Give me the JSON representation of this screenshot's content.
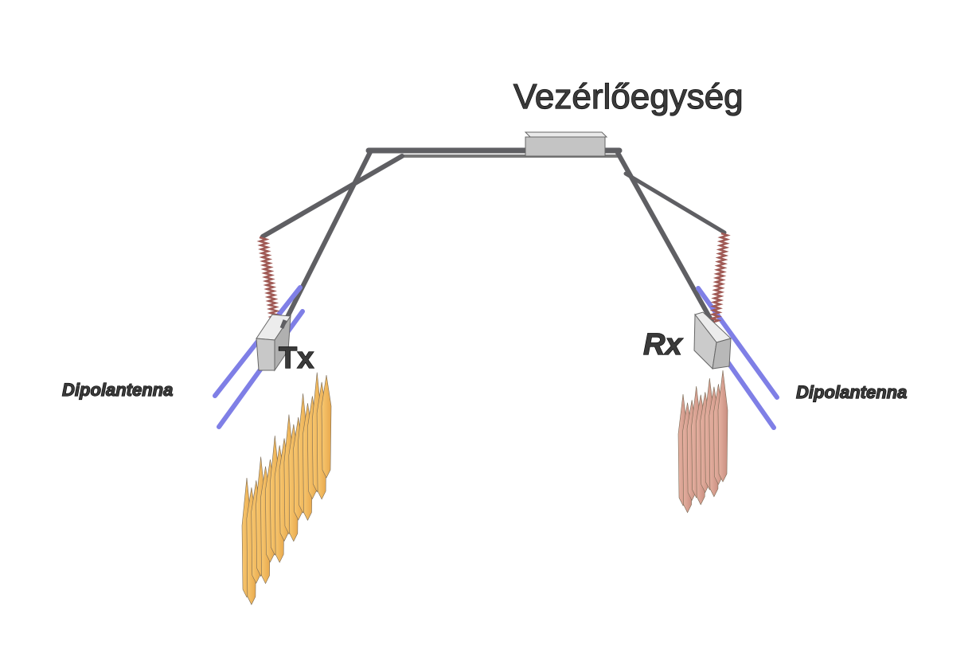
{
  "labels": {
    "control_unit": "Vezérlőegység",
    "transmitter": "Tx",
    "receiver": "Rx",
    "dipole_left": "Dipolantenna",
    "dipole_right": "Dipolantenna"
  },
  "colors": {
    "rail": "#5f5f63",
    "dipole": "#7f7fe6",
    "spring": "#a05a55",
    "box": "#c8c8c8",
    "tx_wave": "#f4b860",
    "rx_wave": "#d8a090"
  }
}
